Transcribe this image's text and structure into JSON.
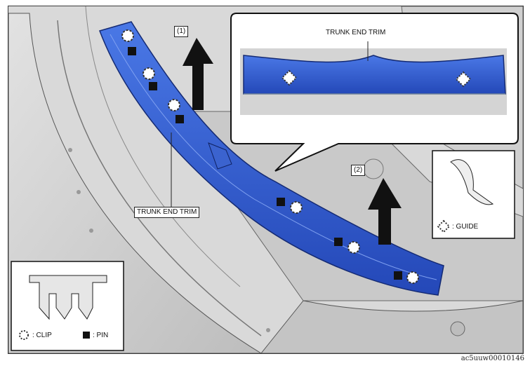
{
  "labels": {
    "main_trim": "TRUNK END TRIM",
    "inset_trim": "TRUNK END TRIM",
    "step1": "(1)",
    "step2": "(2)",
    "clip_legend": ": CLIP",
    "pin_legend": ": PIN",
    "guide_legend": ": GUIDE"
  },
  "figure_code": "ac5uuw00010146",
  "colors": {
    "trim_blue": "#2f5fd0",
    "trim_dark": "#1f3f9e",
    "body_gray": "#cfcfcf",
    "outline": "#2a2a2a"
  },
  "icons": {
    "clip": "dashed-circle-icon",
    "pin": "filled-square-icon",
    "guide": "dashed-diamond-icon",
    "arrow": "up-arrow-icon"
  }
}
